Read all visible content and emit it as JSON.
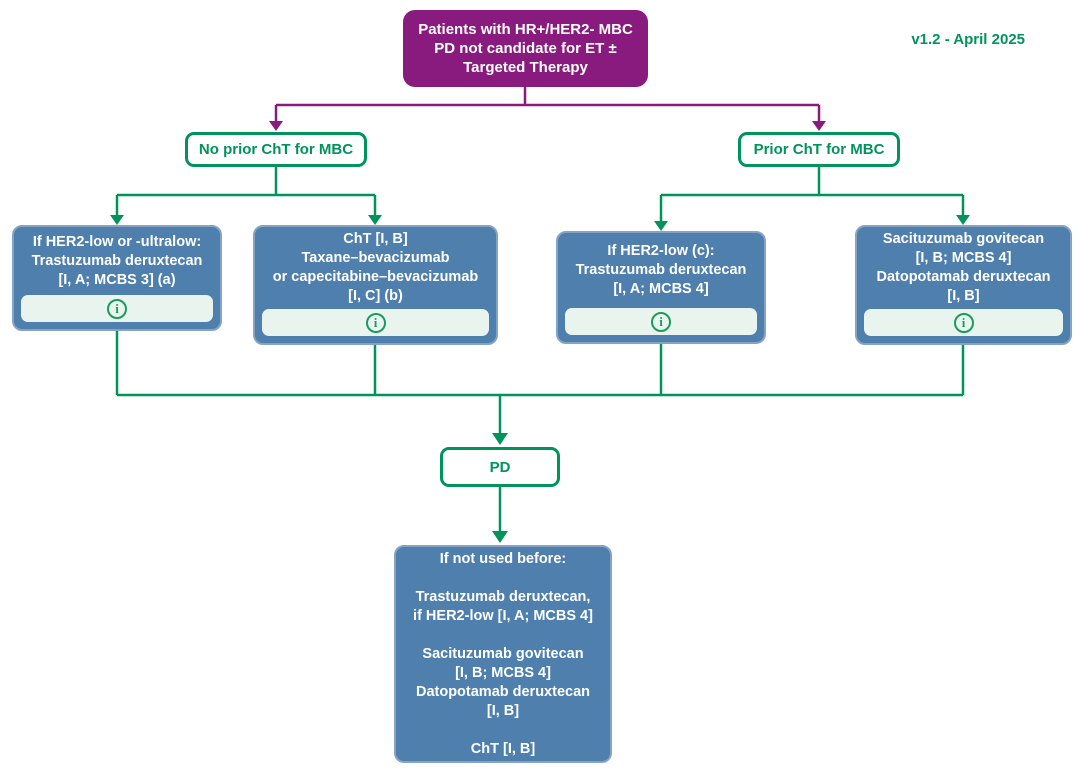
{
  "version_label": "v1.2 - April 2025",
  "root": {
    "text": "Patients with HR+/HER2- MBC\nPD not candidate for ET ±\nTargeted Therapy"
  },
  "branches": [
    {
      "label": "No prior ChT for MBC"
    },
    {
      "label": "Prior ChT for MBC"
    }
  ],
  "treatments": [
    {
      "text": "If HER2-low or -ultralow:\nTrastuzumab deruxtecan\n[I, A; MCBS 3] (a)"
    },
    {
      "text": "ChT [I, B]\nTaxane–bevacizumab\nor capecitabine–bevacizumab\n[I, C] (b)"
    },
    {
      "text": "If HER2-low (c):\nTrastuzumab deruxtecan\n[I, A; MCBS 4]"
    },
    {
      "text": "Sacituzumab govitecan\n[I, B; MCBS 4]\nDatopotamab deruxtecan\n[I, B]"
    }
  ],
  "pd": {
    "label": "PD"
  },
  "final": {
    "text": "If not used before:\n\nTrastuzumab deruxtecan,\nif HER2-low [I, A; MCBS 4]\n\nSacituzumab govitecan\n[I, B; MCBS 4]\nDatopotamab deruxtecan\n[I, B]\n\nChT [I, B]"
  },
  "icons": {
    "info_glyph": "i"
  },
  "colors": {
    "purple": "#8A1B7E",
    "green": "#00935C",
    "blue_fill": "#4E7FAD",
    "blue_border": "#86A3C4",
    "info_strip_bg": "#E9F4EE",
    "white": "#FFFFFF"
  }
}
